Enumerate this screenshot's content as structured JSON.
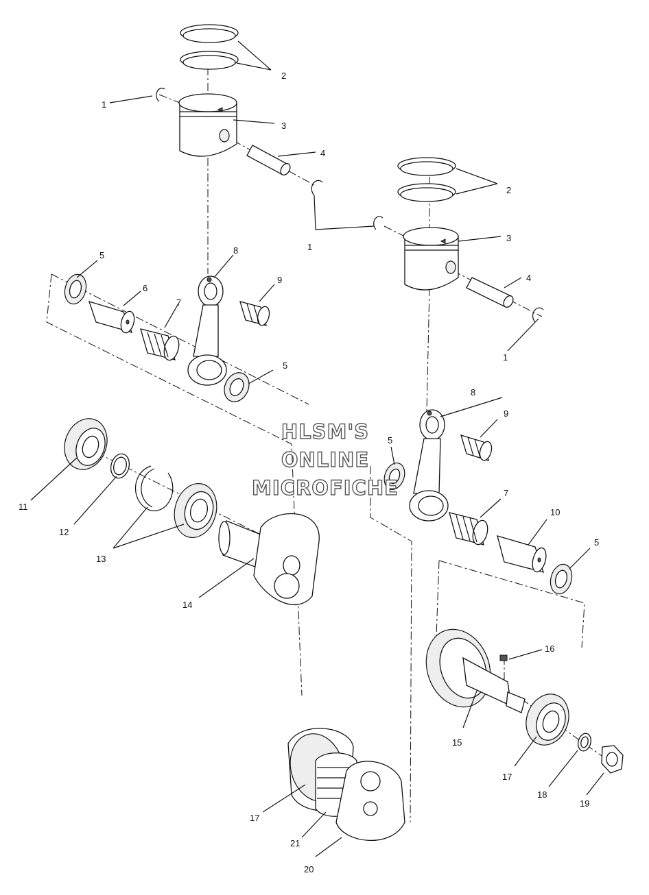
{
  "watermark": {
    "line1": "HLSM'S",
    "line2": "ONLINE",
    "line3": "MICROFICHE"
  },
  "callouts": [
    {
      "id": "c1a",
      "text": "1"
    },
    {
      "id": "c2a",
      "text": "2"
    },
    {
      "id": "c3a",
      "text": "3"
    },
    {
      "id": "c4a",
      "text": "4"
    },
    {
      "id": "c1b",
      "text": "1"
    },
    {
      "id": "c2b",
      "text": "2"
    },
    {
      "id": "c3b",
      "text": "3"
    },
    {
      "id": "c4b",
      "text": "4"
    },
    {
      "id": "c1c",
      "text": "1"
    },
    {
      "id": "c5a",
      "text": "5"
    },
    {
      "id": "c6",
      "text": "6"
    },
    {
      "id": "c7a",
      "text": "7"
    },
    {
      "id": "c8a",
      "text": "8"
    },
    {
      "id": "c9a",
      "text": "9"
    },
    {
      "id": "c5b",
      "text": "5"
    },
    {
      "id": "c8b",
      "text": "8"
    },
    {
      "id": "c9b",
      "text": "9"
    },
    {
      "id": "c5c",
      "text": "5"
    },
    {
      "id": "c7b",
      "text": "7"
    },
    {
      "id": "c10",
      "text": "10"
    },
    {
      "id": "c5d",
      "text": "5"
    },
    {
      "id": "c11",
      "text": "11"
    },
    {
      "id": "c12",
      "text": "12"
    },
    {
      "id": "c13",
      "text": "13"
    },
    {
      "id": "c14",
      "text": "14"
    },
    {
      "id": "c16",
      "text": "16"
    },
    {
      "id": "c15",
      "text": "15"
    },
    {
      "id": "c17a",
      "text": "17"
    },
    {
      "id": "c18",
      "text": "18"
    },
    {
      "id": "c19",
      "text": "19"
    },
    {
      "id": "c17b",
      "text": "17"
    },
    {
      "id": "c21",
      "text": "21"
    },
    {
      "id": "c20",
      "text": "20"
    }
  ]
}
